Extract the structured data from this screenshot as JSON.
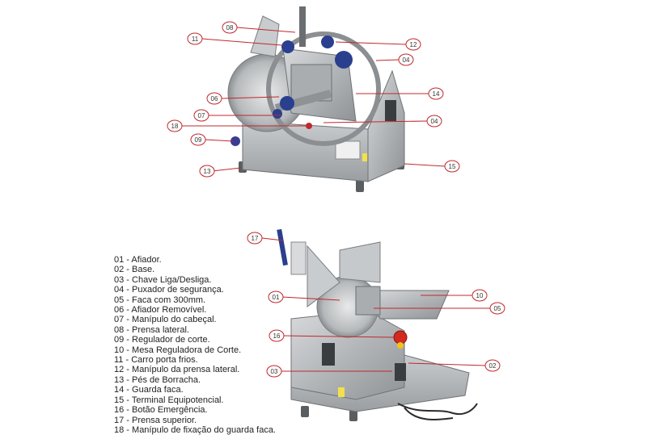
{
  "callouts_top": [
    "08",
    "11",
    "12",
    "04",
    "06",
    "14",
    "07",
    "04",
    "18",
    "09",
    "13",
    "15"
  ],
  "callouts_bottom": [
    "17",
    "01",
    "10",
    "05",
    "16",
    "03",
    "02"
  ],
  "legend": [
    {
      "number": "01",
      "label": "Afiador."
    },
    {
      "number": "02",
      "label": "Base."
    },
    {
      "number": "03",
      "label": "Chave Liga/Desliga."
    },
    {
      "number": "04",
      "label": "Puxador de segurança."
    },
    {
      "number": "05",
      "label": "Faca com 300mm."
    },
    {
      "number": "06",
      "label": "Afiador Removível."
    },
    {
      "number": "07",
      "label": "Manípulo do cabeçal."
    },
    {
      "number": "08",
      "label": "Prensa lateral."
    },
    {
      "number": "09",
      "label": "Regulador de corte."
    },
    {
      "number": "10",
      "label": "Mesa Reguladora de Corte."
    },
    {
      "number": "11",
      "label": "Carro porta frios."
    },
    {
      "number": "12",
      "label": "Manípulo da prensa lateral."
    },
    {
      "number": "13",
      "label": "Pés de Borracha."
    },
    {
      "number": "14",
      "label": "Guarda faca."
    },
    {
      "number": "15",
      "label": "Terminal Equipotencial."
    },
    {
      "number": "16",
      "label": "Botão Emergência."
    },
    {
      "number": "17",
      "label": "Prensa superior."
    },
    {
      "number": "18",
      "label": "Manípulo de fixação do guarda faca."
    }
  ],
  "colors": {
    "steel": "#b9bcbf",
    "steel_dark": "#7d8184",
    "callout_line": "#c0282d",
    "knob": "#2b3f8f",
    "emergency": "#d22a1e"
  }
}
